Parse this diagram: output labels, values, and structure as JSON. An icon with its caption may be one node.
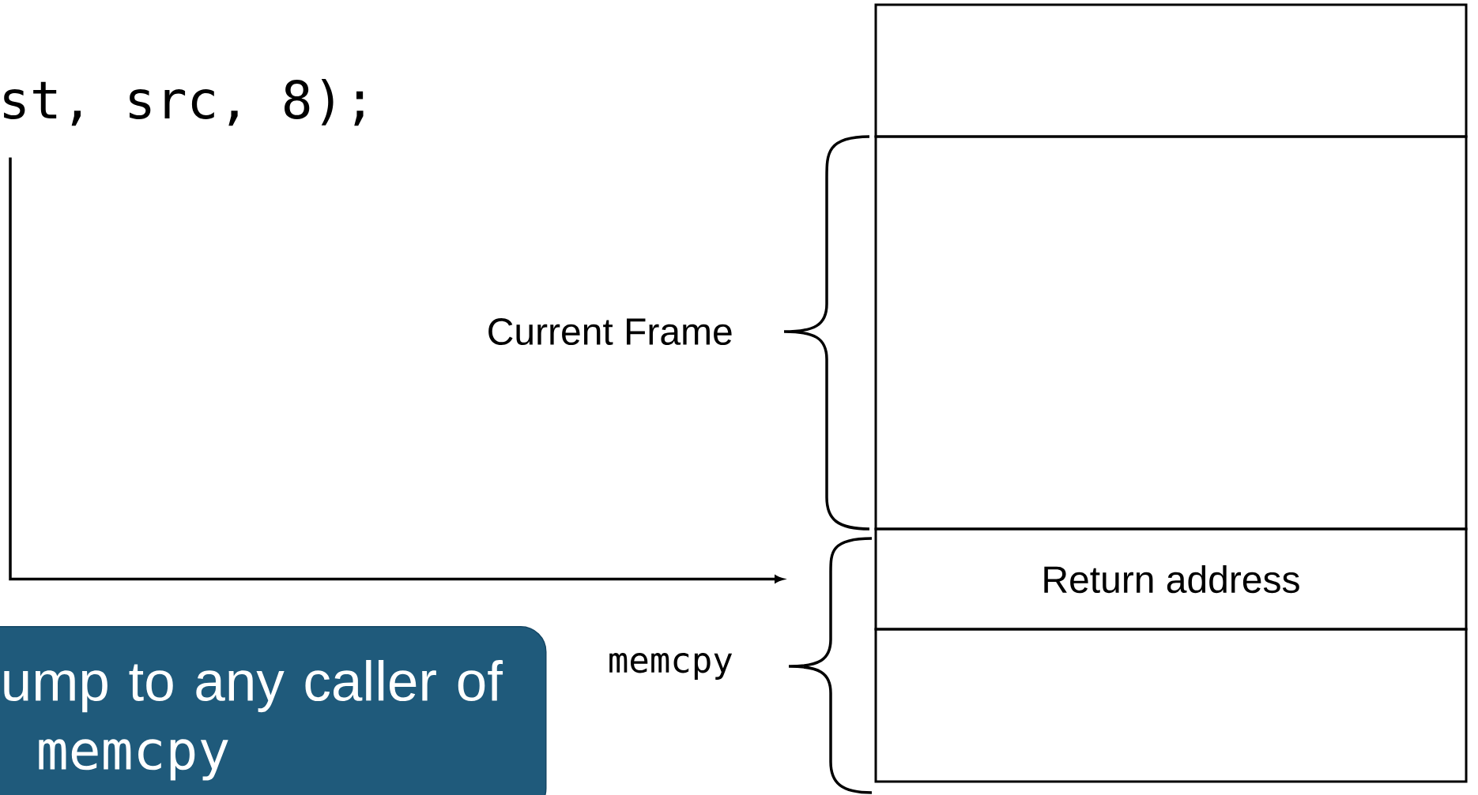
{
  "diagram": {
    "nodes": [
      {
        "text": [
          "st, src, 8);"
        ]
      },
      {
        "text": [],
        "shape": "box"
      },
      {
        "text": [],
        "shape": "box"
      },
      {
        "text": [
          "Return address"
        ]
      },
      {
        "text": [],
        "shape": "box"
      },
      {
        "text": [
          "ump to any caller of",
          "memcpy"
        ]
      }
    ],
    "edges": [
      {
        "from": 0,
        "to": 3,
        "arrow": "to"
      }
    ],
    "labels": [
      "Current Frame",
      "memcpy"
    ]
  }
}
